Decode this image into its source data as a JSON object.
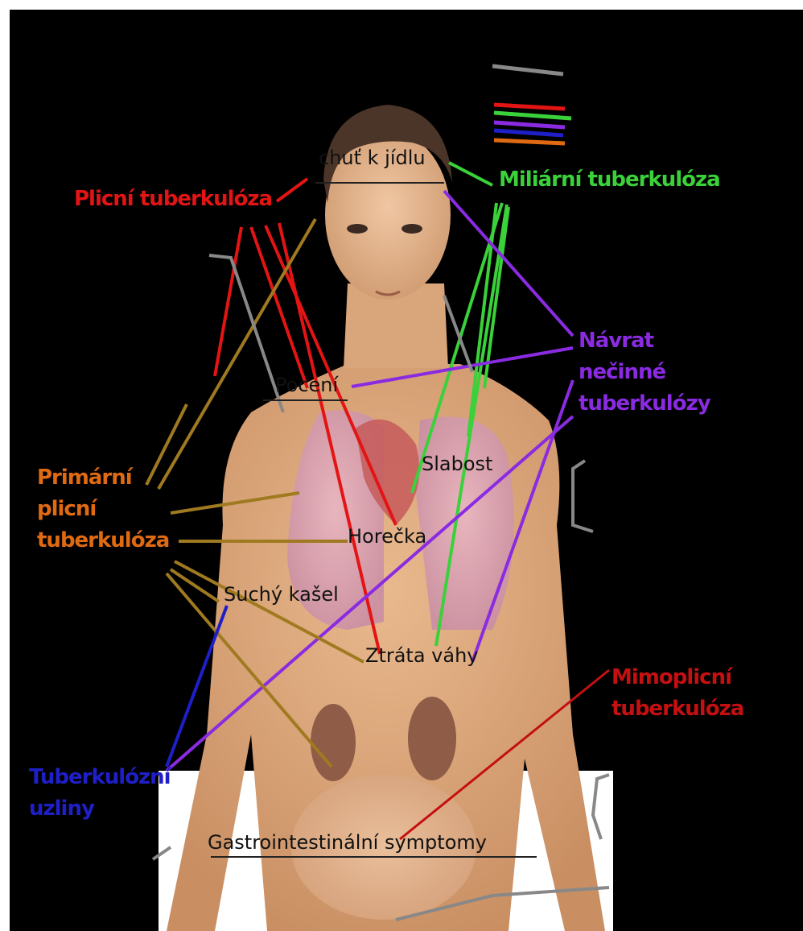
{
  "figure": {
    "colors": {
      "background": "#000000",
      "pulmonary": "#e31414",
      "miliary": "#3ad13a",
      "reactivation": "#8a2be2",
      "primary": "#e06a12",
      "primary_line": "#a07a20",
      "extrapulmonary": "#c41010",
      "lymph": "#1f1fc8",
      "neutral": "#888888"
    },
    "labels": {
      "pulmonary": "Plicní tuberkulóza",
      "miliary": "Miliární tuberkulóza",
      "reactivation": "Návrat\nnečinné\ntuberkulózy",
      "primary": "Primární\nplicní\ntuberkulóza",
      "extrapulmonary": "Mimoplicní\ntuberkulóza",
      "lymph": "Tuberkulózní\nuzliny"
    },
    "symptoms": {
      "appetite": "chuť k jídlu",
      "cough": "Pocení",
      "weakness": "Slabost",
      "fever": "Horečka",
      "dry_cough": "Suchý kašel",
      "weight_loss": "Ztráta váhy",
      "gi": "Gastrointestinální symptomy"
    }
  }
}
